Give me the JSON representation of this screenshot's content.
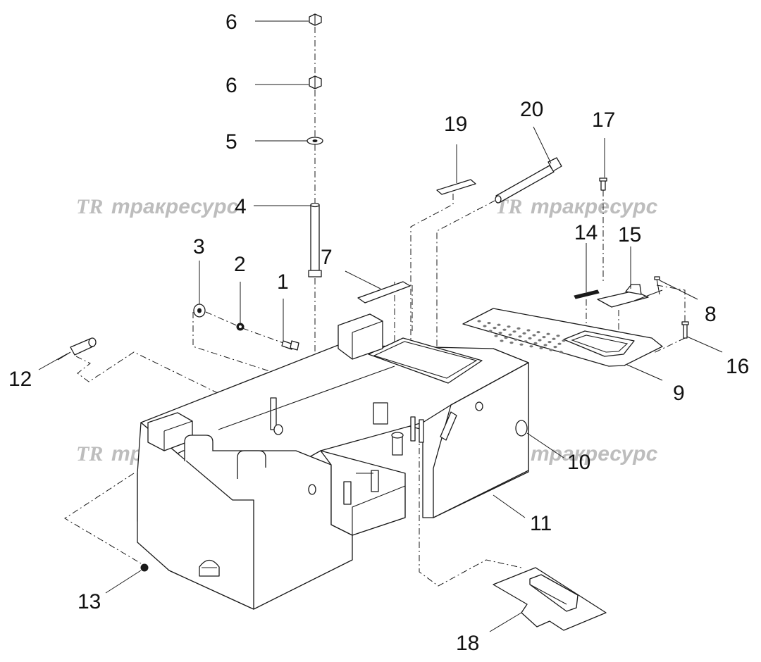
{
  "watermarks": [
    {
      "logo": "TR",
      "text": "тракресурс"
    },
    {
      "logo": "TR",
      "text": "тракресурс"
    },
    {
      "logo": "TR",
      "text": "тракресурс"
    },
    {
      "logo": "TR",
      "text": "тракресурс"
    }
  ],
  "callouts": {
    "n6a": "6",
    "n6b": "6",
    "n5": "5",
    "n4": "4",
    "n3": "3",
    "n2": "2",
    "n1": "1",
    "n7": "7",
    "n19": "19",
    "n20": "20",
    "n17": "17",
    "n14": "14",
    "n15": "15",
    "n8": "8",
    "n16": "16",
    "n9": "9",
    "n12": "12",
    "n10": "10",
    "n11": "11",
    "n13": "13",
    "n18": "18"
  }
}
